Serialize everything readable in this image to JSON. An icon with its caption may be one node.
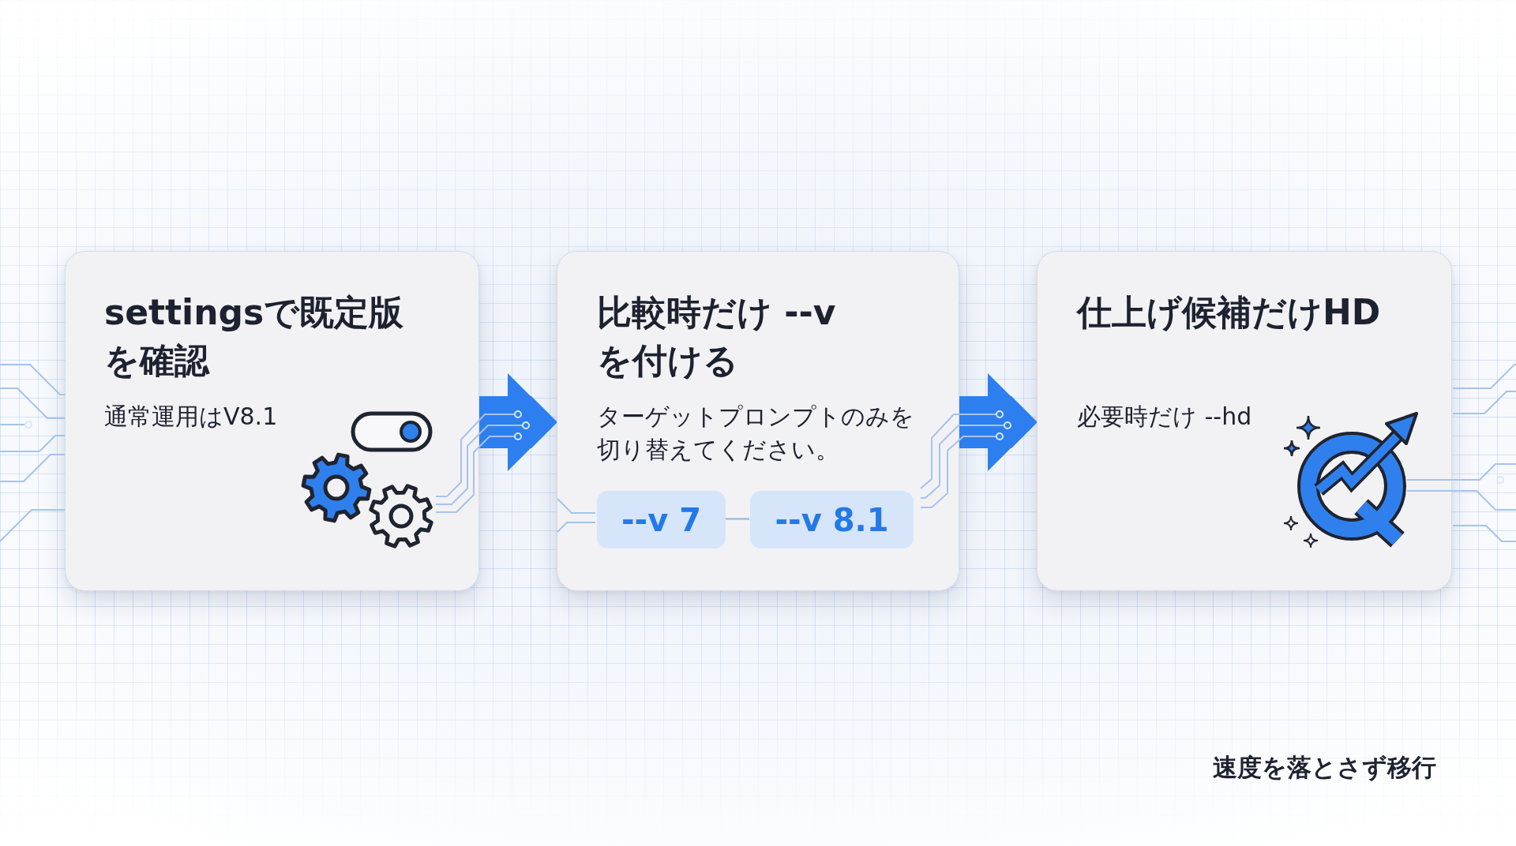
{
  "diagram": {
    "nodes": [
      {
        "text": [
          "settingsで既定版を確認",
          "通常運用はV8.1"
        ]
      },
      {
        "text": [
          "比較時だけ --v を付ける",
          "ターゲットプロンプトのみを切り替えてください。"
        ]
      },
      {
        "text": [
          "--v 7"
        ],
        "in": 1
      },
      {
        "text": [
          "--v 8.1"
        ],
        "in": 1
      },
      {
        "text": [
          "仕上げ候補だけHD",
          "必要時だけ --hd"
        ]
      }
    ],
    "edges": [
      {
        "from": 0,
        "to": 1,
        "arrow": "to"
      },
      {
        "from": 1,
        "to": 4,
        "arrow": "to"
      },
      {
        "from": 2,
        "to": 3,
        "arrow": "none",
        "color": "#9fbde8"
      }
    ],
    "labels": [
      "速度を落とさず移行"
    ]
  }
}
